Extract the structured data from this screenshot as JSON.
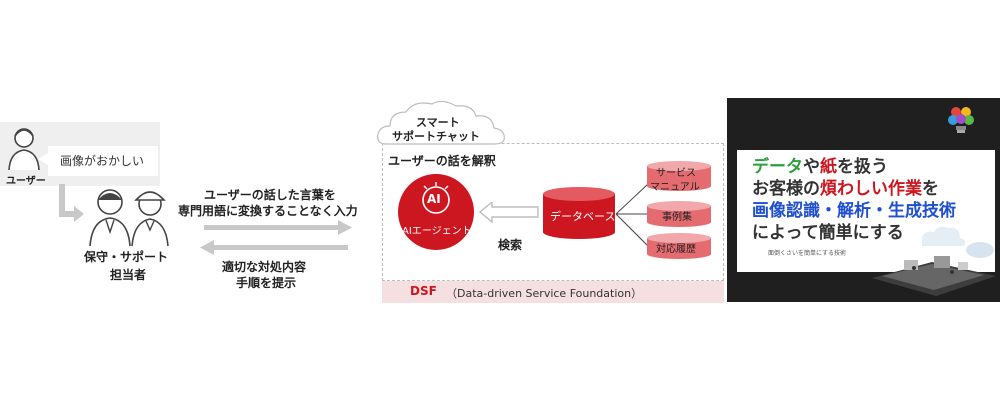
{
  "left": {
    "user_label": "ユーザー",
    "speech": "画像がおかしい",
    "staff_label_line1": "保守・サポート",
    "staff_label_line2": "担当者"
  },
  "middle_text": {
    "top_line1": "ユーザーの話した言葉を",
    "top_line2": "専門用語に変換することなく入力",
    "bottom_line1": "適切な対処内容",
    "bottom_line2": "手順を提示"
  },
  "center": {
    "cloud_line1": "スマート",
    "cloud_line2": "サポートチャット",
    "section_title": "ユーザーの話を解釈",
    "ai_symbol": "AI",
    "ai_label": "AIエージェント",
    "search_label": "検索",
    "database_label": "データベース",
    "items": [
      "サービス\nマニュアル",
      "事例集",
      "対応履歴"
    ],
    "item1_line1": "サービス",
    "item1_line2": "マニュアル",
    "item2": "事例集",
    "item3": "対応履歴",
    "dsf_bold": "DSF",
    "dsf_rest": "（Data-driven Service Foundation）"
  },
  "right": {
    "line1_green": "データ",
    "line1_mid": "や",
    "line1_red": "紙",
    "line1_end": "を扱う",
    "line2_start": "お客様の",
    "line2_red": "煩わしい作業",
    "line2_end": "を",
    "line3_blue": "画像認識・解析・生成技術",
    "line4": "によって簡単にする",
    "small_caption": "面倒くさいを簡単にする技術"
  },
  "colors": {
    "accent_red": "#cc1620",
    "pink_band": "#f6dfe1",
    "green": "#2e9e3e",
    "blue": "#1f4fd0",
    "gray_arrow": "#c8c8c8"
  }
}
